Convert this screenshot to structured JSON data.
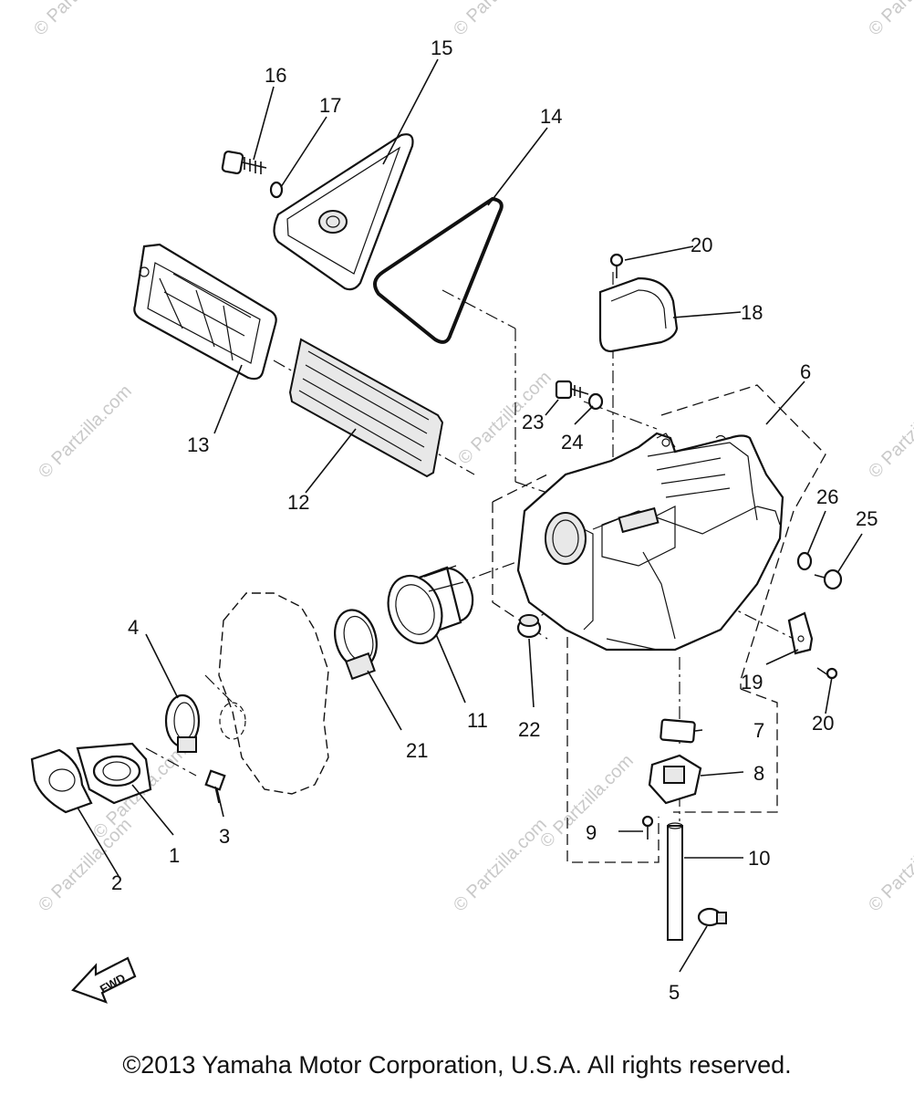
{
  "copyright": "©2013  Yamaha Motor Corporation, U.S.A. All rights reserved.",
  "watermark": "© Partzilla.com",
  "fwd_label": "FWD",
  "labels": {
    "p1": "1",
    "p2": "2",
    "p3": "3",
    "p4": "4",
    "p5": "5",
    "p6": "6",
    "p7": "7",
    "p8": "8",
    "p9": "9",
    "p10": "10",
    "p11": "11",
    "p12": "12",
    "p13": "13",
    "p14": "14",
    "p15": "15",
    "p16": "16",
    "p17": "17",
    "p18": "18",
    "p19": "19",
    "p20a": "20",
    "p20b": "20",
    "p21": "21",
    "p22": "22",
    "p23": "23",
    "p24": "24",
    "p25": "25",
    "p26": "26"
  }
}
